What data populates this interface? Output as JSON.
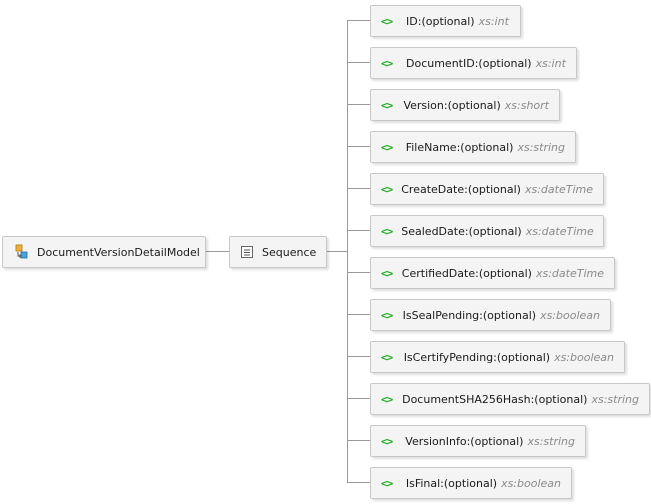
{
  "root": {
    "label": "DocumentVersionDetailModel",
    "icon": "complex-type-icon"
  },
  "sequence": {
    "label": "Sequence",
    "icon": "sequence-icon"
  },
  "separator": " : ",
  "elements": [
    {
      "name": "ID",
      "occurrence": "(optional)",
      "type": "xs:int"
    },
    {
      "name": "DocumentID",
      "occurrence": "(optional)",
      "type": "xs:int"
    },
    {
      "name": "Version",
      "occurrence": "(optional)",
      "type": "xs:short"
    },
    {
      "name": "FileName",
      "occurrence": "(optional)",
      "type": "xs:string"
    },
    {
      "name": "CreateDate",
      "occurrence": "(optional)",
      "type": "xs:dateTime"
    },
    {
      "name": "SealedDate",
      "occurrence": "(optional)",
      "type": "xs:dateTime"
    },
    {
      "name": "CertifiedDate",
      "occurrence": "(optional)",
      "type": "xs:dateTime"
    },
    {
      "name": "IsSealPending",
      "occurrence": "(optional)",
      "type": "xs:boolean"
    },
    {
      "name": "IsCertifyPending",
      "occurrence": "(optional)",
      "type": "xs:boolean"
    },
    {
      "name": "DocumentSHA256Hash",
      "occurrence": "(optional)",
      "type": "xs:string"
    },
    {
      "name": "VersionInfo",
      "occurrence": "(optional)",
      "type": "xs:string"
    },
    {
      "name": "IsFinal",
      "occurrence": "(optional)",
      "type": "xs:boolean"
    }
  ],
  "element_icon_text": "<>",
  "colors": {
    "element_icon": "#22aa22",
    "type_text": "#8a8a8a",
    "connector": "#9a9a9a",
    "node_bg": "#f4f4f4",
    "node_border": "#c8c8c8"
  }
}
